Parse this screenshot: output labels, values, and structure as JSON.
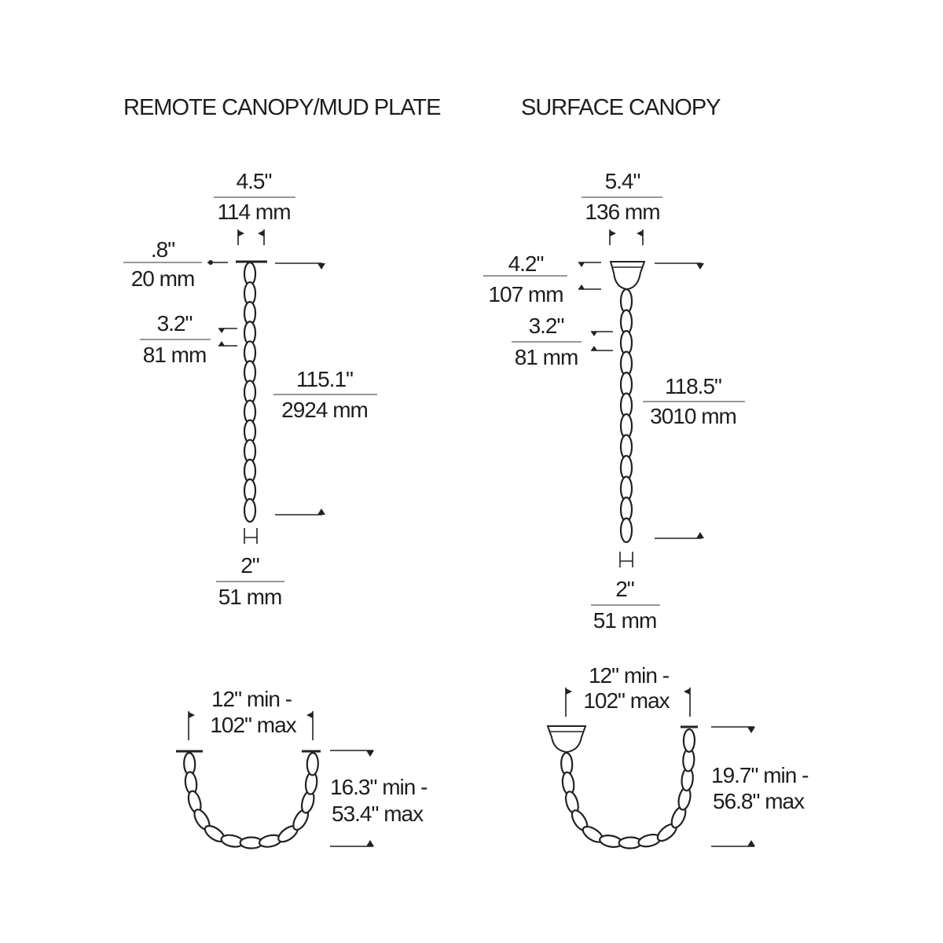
{
  "remote": {
    "title": "REMOTE CANOPY/MUD PLATE",
    "canopy_width_in": "4.5\"",
    "canopy_width_mm": "114 mm",
    "canopy_height_in": ".8\"",
    "canopy_height_mm": "20 mm",
    "link_in": "3.2\"",
    "link_mm": "81 mm",
    "length_in": "115.1\"",
    "length_mm": "2924 mm",
    "chain_width_in": "2\"",
    "chain_width_mm": "51 mm",
    "span_line1": "12\" min -",
    "span_line2": "102\" max",
    "drop_line1": "16.3\" min -",
    "drop_line2": "53.4\" max"
  },
  "surface": {
    "title": "SURFACE CANOPY",
    "canopy_width_in": "5.4\"",
    "canopy_width_mm": "136 mm",
    "canopy_height_in": "4.2\"",
    "canopy_height_mm": "107 mm",
    "link_in": "3.2\"",
    "link_mm": "81 mm",
    "length_in": "118.5\"",
    "length_mm": "3010 mm",
    "chain_width_in": "2\"",
    "chain_width_mm": "51 mm",
    "span_line1": "12\" min -",
    "span_line2": "102\" max",
    "drop_line1": "19.7\" min -",
    "drop_line2": "56.8\" max"
  }
}
